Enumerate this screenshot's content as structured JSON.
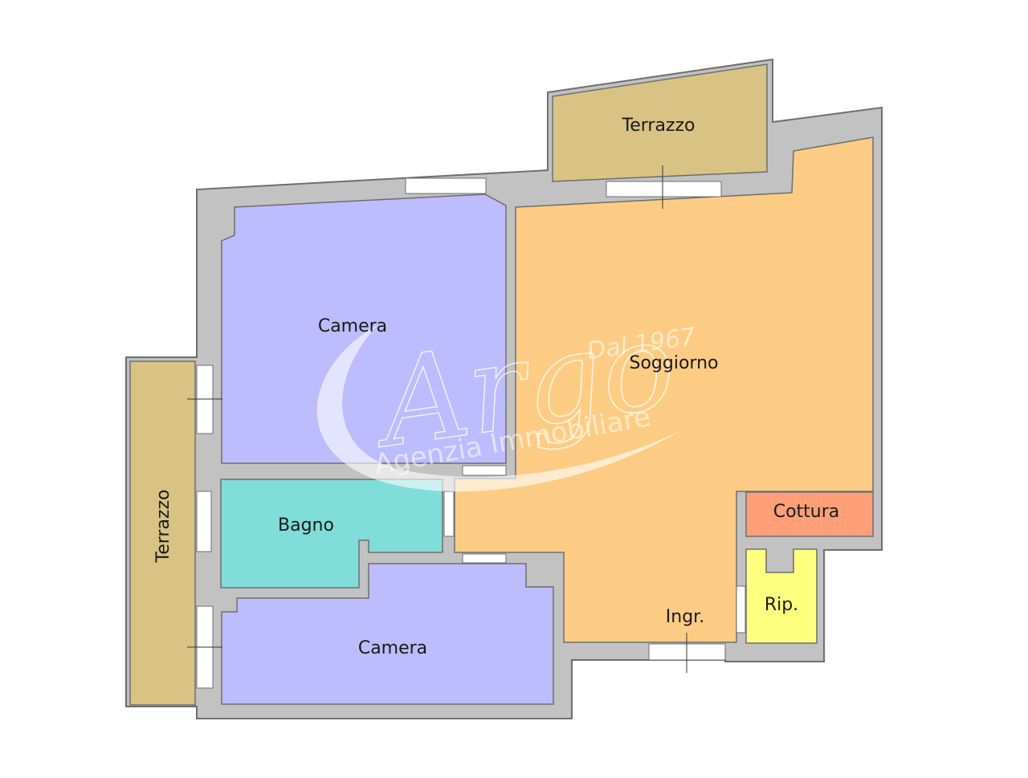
{
  "rooms": {
    "terrazzo_top": {
      "label": "Terrazzo",
      "color": "#d9c384"
    },
    "terrazzo_left": {
      "label": "Terrazzo",
      "color": "#d9c384"
    },
    "camera_top": {
      "label": "Camera",
      "color": "#bdbcff"
    },
    "camera_bottom": {
      "label": "Camera",
      "color": "#bdbcff"
    },
    "soggiorno": {
      "label": "Soggiorno",
      "color": "#fdcc84"
    },
    "bagno": {
      "label": "Bagno",
      "color": "#80ddd9"
    },
    "cottura": {
      "label": "Cottura",
      "color": "#ff9f78"
    },
    "ripostiglio": {
      "label": "Rip.",
      "color": "#ffff7f"
    },
    "ingresso": {
      "label": "Ingr."
    }
  },
  "walls": {
    "color": "#c2c2c2",
    "edge": "#6e6e6e"
  },
  "watermark": {
    "brand": "Argo",
    "since": "Dal 1967",
    "tagline": "Agenzia Immobiliare"
  }
}
